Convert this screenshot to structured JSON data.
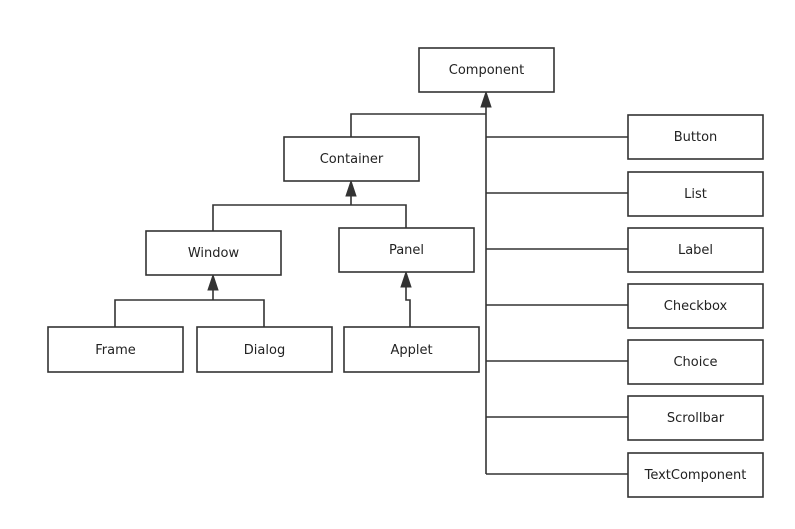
{
  "diagram": {
    "nodes": {
      "component": "Component",
      "container": "Container",
      "window": "Window",
      "panel": "Panel",
      "frame": "Frame",
      "dialog": "Dialog",
      "applet": "Applet",
      "button": "Button",
      "list": "List",
      "label": "Label",
      "checkbox": "Checkbox",
      "choice": "Choice",
      "scrollbar": "Scrollbar",
      "textcomponent": "TextComponent"
    },
    "colors": {
      "stroke": "#333333",
      "fill": "#ffffff",
      "text": "#222222"
    }
  }
}
